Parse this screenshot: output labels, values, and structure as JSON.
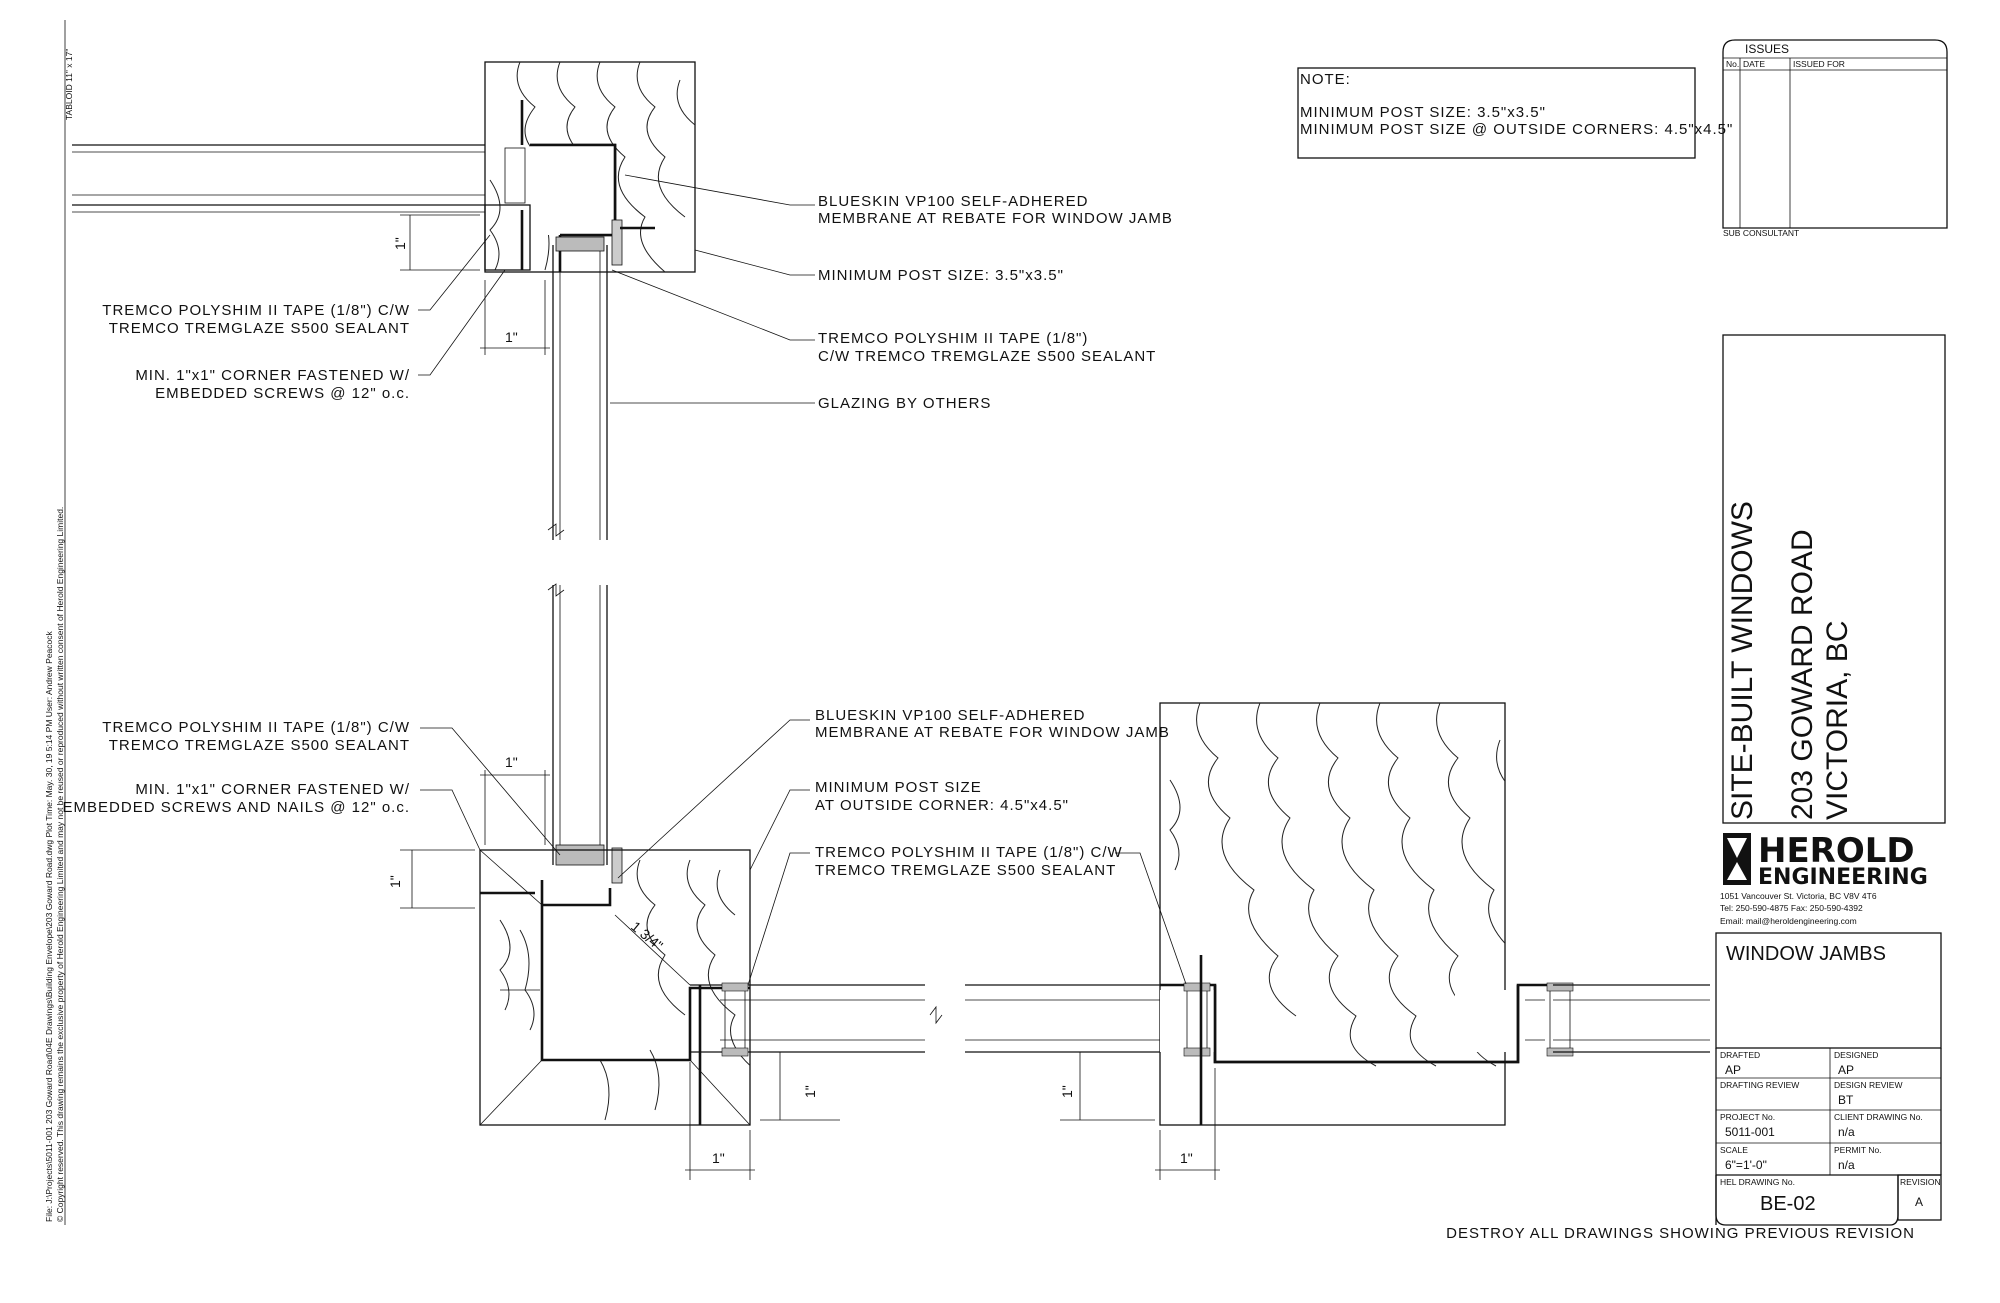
{
  "sidebar_text": {
    "sheet_size": "TABLOID 11\" x 17\"",
    "file_line": "File: J:\\Projects\\5011-001 203 Goward Road\\04E Drawings\\Building Envelope\\203 Goward Road.dwg Plot Time: May. 30, 19 5:14 PM User: Andrew Peacock",
    "copyright_line": "© Copyright reserved. This drawing remains the exclusive property of Herold Engineering Limited and may not be reused or reproduced without written consent of Herold Engineering Limited."
  },
  "note": {
    "heading": "NOTE:",
    "line1": "MINIMUM POST SIZE: 3.5\"x3.5\"",
    "line2": "MINIMUM POST SIZE @ OUTSIDE CORNERS: 4.5\"x4.5\""
  },
  "issues": {
    "title": "ISSUES",
    "col_no": "No.",
    "col_date": "DATE",
    "col_issued": "ISSUED FOR",
    "sub_consultant": "SUB CONSULTANT"
  },
  "project": {
    "name": "SITE-BUILT WINDOWS",
    "address1": "203 GOWARD ROAD",
    "address2": "VICTORIA, BC"
  },
  "company": {
    "name1": "HEROLD",
    "name2": "ENGINEERING",
    "address": "1051 Vancouver St. Victoria, BC V8V 4T6",
    "phone": "Tel: 250-590-4875 Fax: 250-590-4392",
    "email": "Email: mail@heroldengineering.com"
  },
  "drawing_title": "WINDOW JAMBS",
  "title_block": {
    "drafted_label": "DRAFTED",
    "drafted": "AP",
    "designed_label": "DESIGNED",
    "designed": "AP",
    "drafting_review_label": "DRAFTING REVIEW",
    "drafting_review": "",
    "design_review_label": "DESIGN REVIEW",
    "design_review": "BT",
    "project_no_label": "PROJECT No.",
    "project_no": "5011-001",
    "client_drawing_label": "CLIENT DRAWING No.",
    "client_drawing": "n/a",
    "scale_label": "SCALE",
    "scale": "6\"=1'-0\"",
    "permit_label": "PERMIT No.",
    "permit": "n/a",
    "hel_drawing_label": "HEL DRAWING No.",
    "hel_drawing": "BE-02",
    "revision_label": "REVISION",
    "revision": "A"
  },
  "footer": "DESTROY ALL DRAWINGS SHOWING PREVIOUS REVISION",
  "callouts_top": {
    "blueskin1": "BLUESKIN VP100 SELF-ADHERED",
    "blueskin2": "MEMBRANE AT REBATE FOR WINDOW JAMB",
    "min_post": "MINIMUM POST SIZE: 3.5\"x3.5\"",
    "tremco_r1": "TREMCO POLYSHIM II TAPE (1/8\")",
    "tremco_r2": "C/W TREMCO TREMGLAZE S500 SEALANT",
    "glazing": "GLAZING BY OTHERS",
    "tremco_l1": "TREMCO POLYSHIM II TAPE (1/8\") C/W",
    "tremco_l2": "TREMCO TREMGLAZE S500 SEALANT",
    "corner_l1": "MIN. 1\"x1\" CORNER FASTENED W/",
    "corner_l2": "EMBEDDED SCREWS @ 12\" o.c."
  },
  "callouts_bottom": {
    "tremco_l1": "TREMCO POLYSHIM II TAPE (1/8\") C/W",
    "tremco_l2": "TREMCO TREMGLAZE S500 SEALANT",
    "corner_l1": "MIN. 1\"x1\" CORNER FASTENED W/",
    "corner_l2": "EMBEDDED SCREWS AND NAILS @ 12\" o.c.",
    "blueskin1": "BLUESKIN VP100 SELF-ADHERED",
    "blueskin2": "MEMBRANE AT REBATE FOR WINDOW JAMB",
    "min_post1": "MINIMUM POST SIZE",
    "min_post2": "AT OUTSIDE CORNER: 4.5\"x4.5\"",
    "tremco_r1": "TREMCO POLYSHIM II TAPE (1/8\") C/W",
    "tremco_r2": "TREMCO TREMGLAZE S500 SEALANT"
  },
  "dimensions": {
    "one_inch": "1\"",
    "one_three_quarter": "1 3/4\""
  }
}
